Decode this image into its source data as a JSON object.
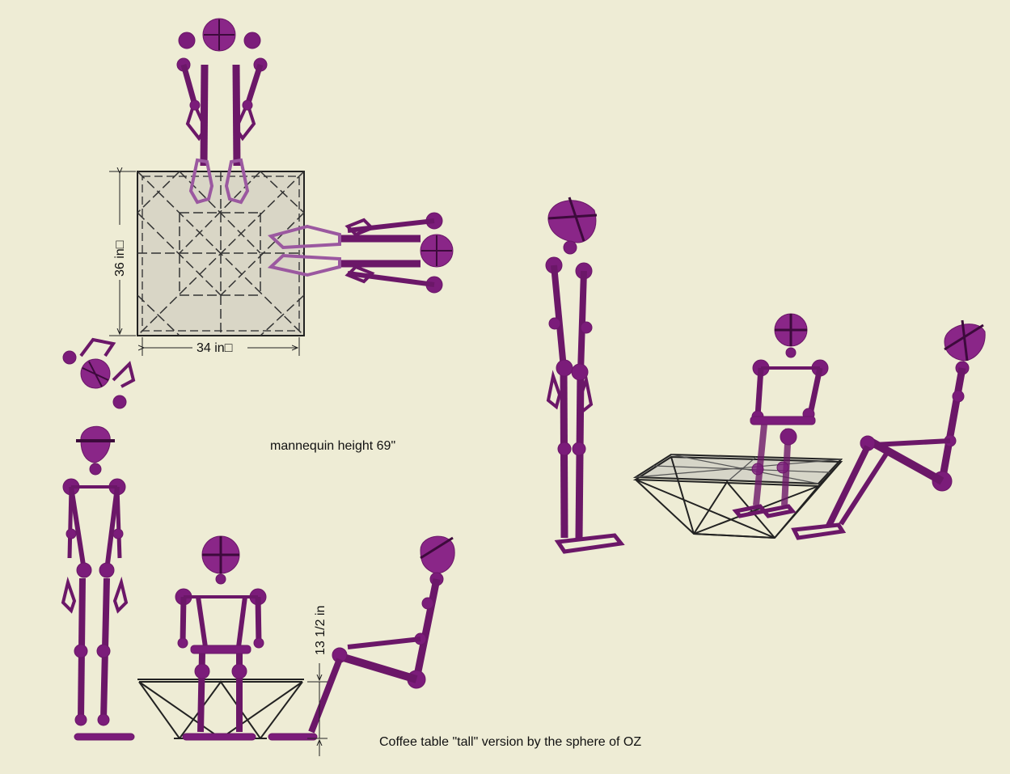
{
  "labels": {
    "depth_dimension": "36 in□",
    "width_dimension": "34 in□",
    "height_dimension": "13 1/2 in",
    "mannequin_note": "mannequin height 69\"",
    "caption": "Coffee table \"tall\" version by the sphere of OZ"
  },
  "colors": {
    "background": "#eeecd5",
    "mannequin": "#7b1c7a",
    "mannequin_dark": "#5a0f58",
    "table_glass": "#d9d6c6",
    "table_line": "#222222"
  }
}
